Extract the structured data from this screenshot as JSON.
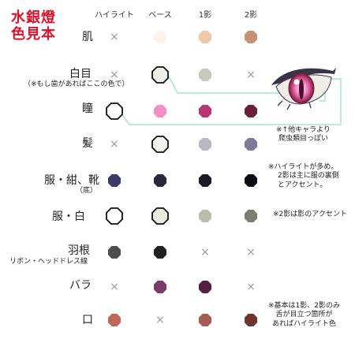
{
  "title": {
    "line1": "水銀燈",
    "line2": "色見本"
  },
  "columns": [
    "ハイライト",
    "ベース",
    "1影",
    "2影"
  ],
  "rows": [
    {
      "label": "肌",
      "swatches": [
        "x",
        "#fdf3ea",
        "#eec9a9",
        "#c59273"
      ],
      "outline": [
        false,
        false,
        false,
        false
      ]
    },
    {
      "label": "白目",
      "sublabel": "（※もし歯があればここの色で）",
      "swatches": [
        "x",
        "#eeeee6",
        "#c8c8bc",
        "x"
      ],
      "outline": [
        false,
        true,
        false,
        false
      ]
    },
    {
      "label": "瞳",
      "swatches": [
        "#ffffff",
        "#f48fc4",
        "#b8376e",
        "#6a1f3c"
      ],
      "outline": [
        true,
        false,
        false,
        false
      ]
    },
    {
      "label": "髪",
      "swatches": [
        "x",
        "#f2f2ef",
        "#b8b7c4",
        "#7f7b96"
      ],
      "outline": [
        false,
        true,
        false,
        false
      ]
    },
    {
      "label": "服・紺、靴",
      "sublabel": "（底）",
      "swatches": [
        "#3e3a67",
        "#29283b",
        "#1b1a27",
        "#0c0c12"
      ],
      "outline": [
        false,
        false,
        false,
        false
      ]
    },
    {
      "label": "服・白",
      "swatches": [
        "#ffffff",
        "#eaeae0",
        "#bcbcae",
        "#7c7c70"
      ],
      "outline": [
        true,
        true,
        false,
        false
      ]
    },
    {
      "label": "羽根",
      "sublabel": "リボン・ヘッドドレス線",
      "swatches": [
        "#4d4d4d",
        "#202020",
        "x",
        "x"
      ],
      "outline": [
        false,
        false,
        false,
        false
      ]
    },
    {
      "label": "バラ",
      "swatches": [
        "x",
        "#7b3a68",
        "#52213f",
        "x"
      ],
      "outline": [
        false,
        false,
        false,
        false
      ]
    },
    {
      "label": "口",
      "swatches": [
        "#c0675a",
        "x",
        "#a65c56",
        "#6e3530"
      ],
      "outline": [
        false,
        false,
        false,
        false
      ]
    }
  ],
  "notes": {
    "eye": [
      "※↑他キャラより",
      "爬虫類目っぽい"
    ],
    "cloth_navy": [
      "※ハイライトが多め。",
      "2影は主に服の裏側",
      "とアクセント。"
    ],
    "cloth_white": [
      "※2影は影のアクセント"
    ],
    "mouth": [
      "※基本は1影、2影のみ",
      "舌が目立つ箇所が",
      "あればハイライト色"
    ]
  },
  "colors": {
    "title": "#e0102a",
    "guide": "#8ee0c4",
    "cross": "#999999",
    "outline": "#111111"
  }
}
